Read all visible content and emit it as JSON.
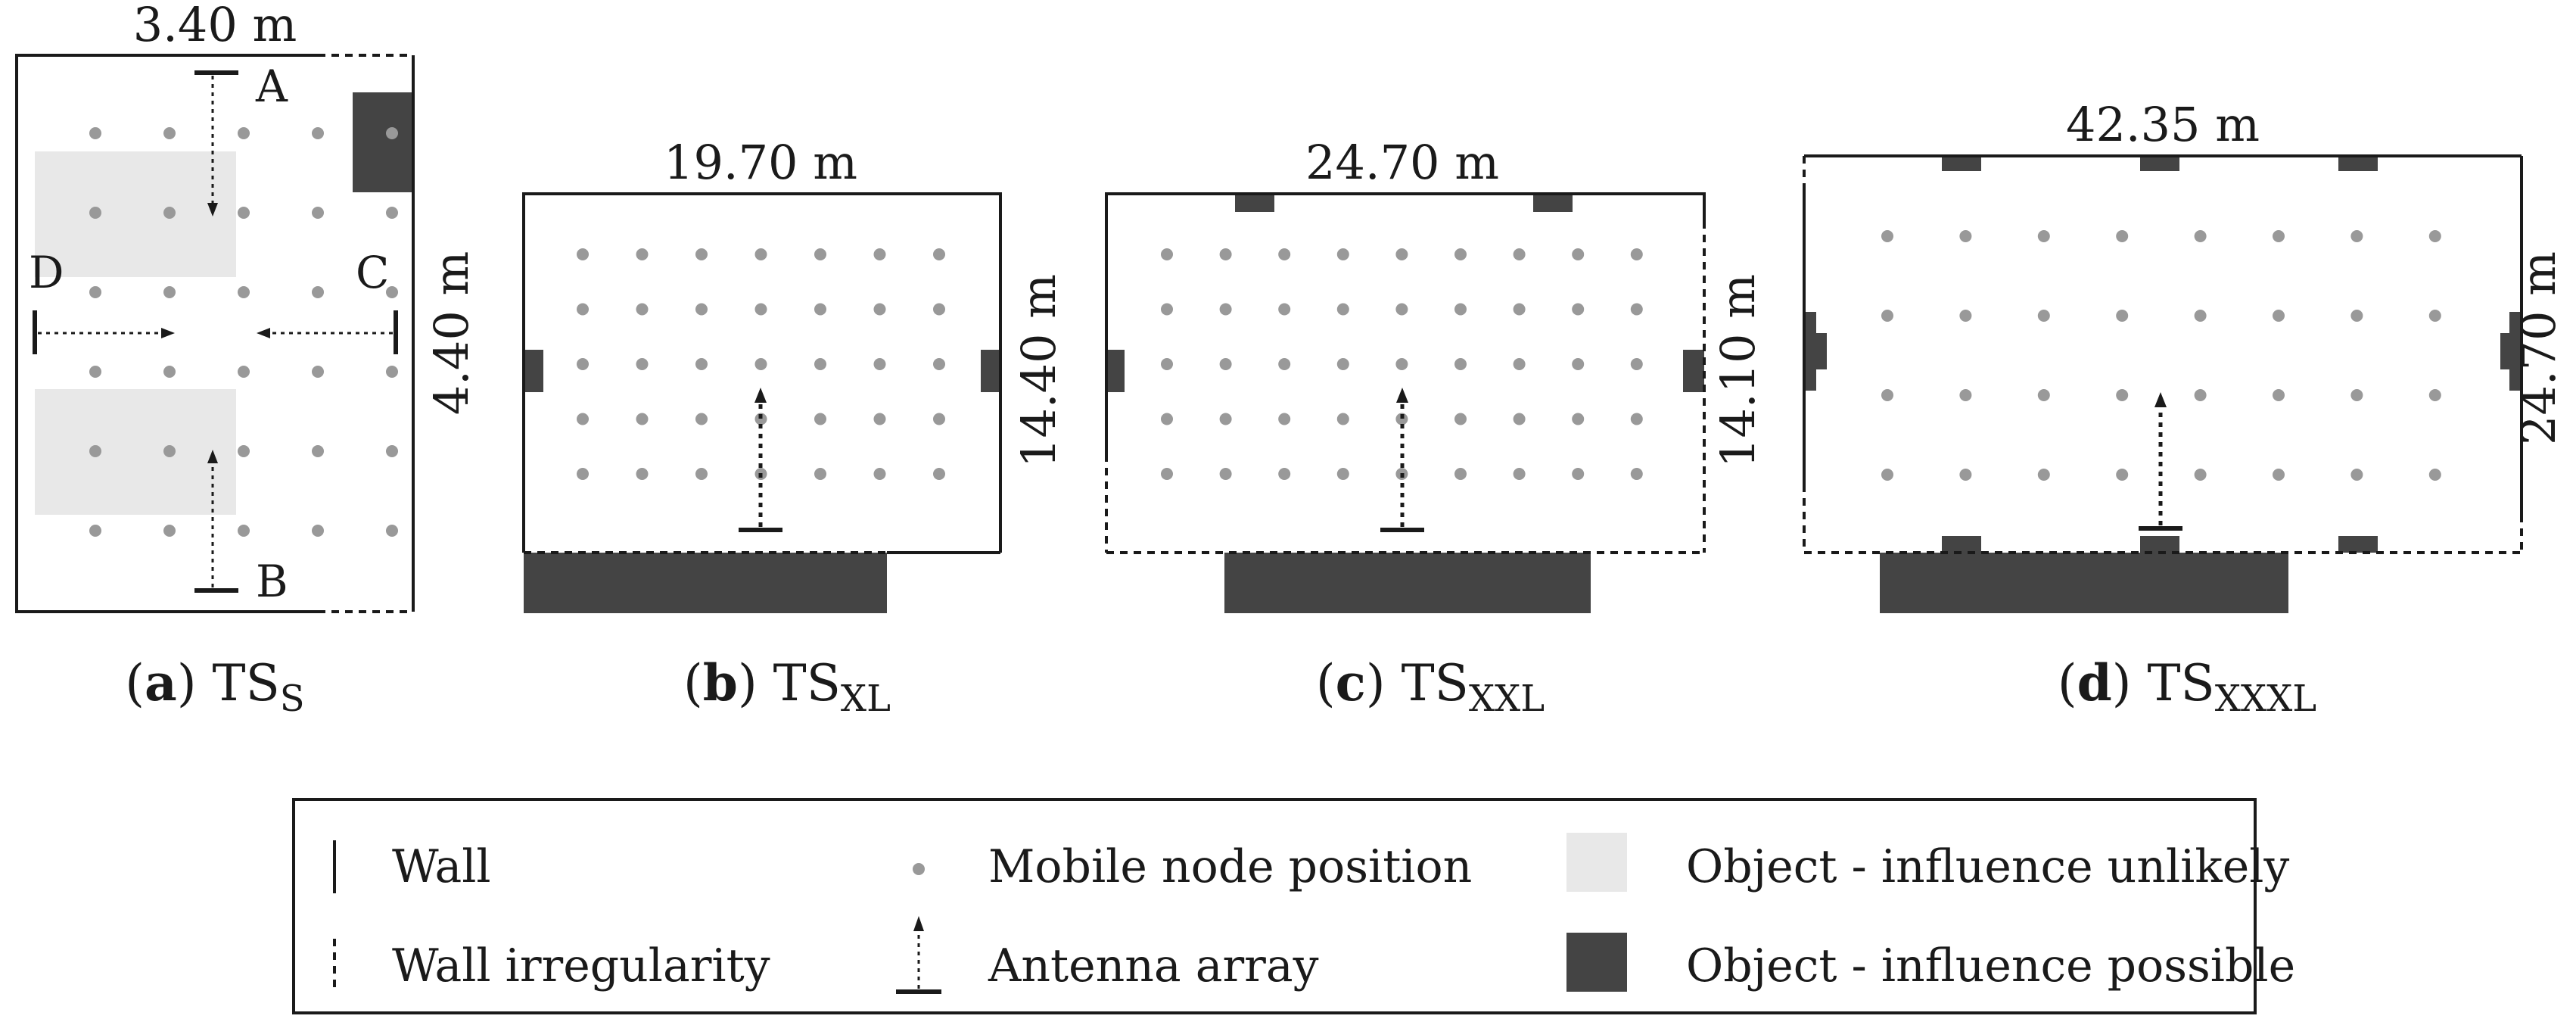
{
  "panels": [
    {
      "id": "a",
      "caption_letter": "a",
      "caption_main": "TS",
      "caption_sub": "S",
      "width_label": "3.40 m",
      "height_label": "4.40 m",
      "corner_labels": [
        "A",
        "B",
        "C",
        "D"
      ]
    },
    {
      "id": "b",
      "caption_letter": "b",
      "caption_main": "TS",
      "caption_sub": "XL",
      "width_label": "19.70 m",
      "height_label": "14.40 m"
    },
    {
      "id": "c",
      "caption_letter": "c",
      "caption_main": "TS",
      "caption_sub": "XXL",
      "width_label": "24.70 m",
      "height_label": "14.10 m"
    },
    {
      "id": "d",
      "caption_letter": "d",
      "caption_main": "TS",
      "caption_sub": "XXXL",
      "width_label": "42.35 m",
      "height_label": "24.70 m"
    }
  ],
  "legend": {
    "wall": "Wall",
    "wall_irregularity": "Wall irregularity",
    "mobile_node": "Mobile node position",
    "antenna_array": "Antenna array",
    "object_unlikely": "Object - influence unlikely",
    "object_possible": "Object - influence possible"
  },
  "colors": {
    "wall": "#1a1a1a",
    "node": "#999999",
    "object_unlikely": "#e8e8e8",
    "object_possible": "#444444"
  }
}
